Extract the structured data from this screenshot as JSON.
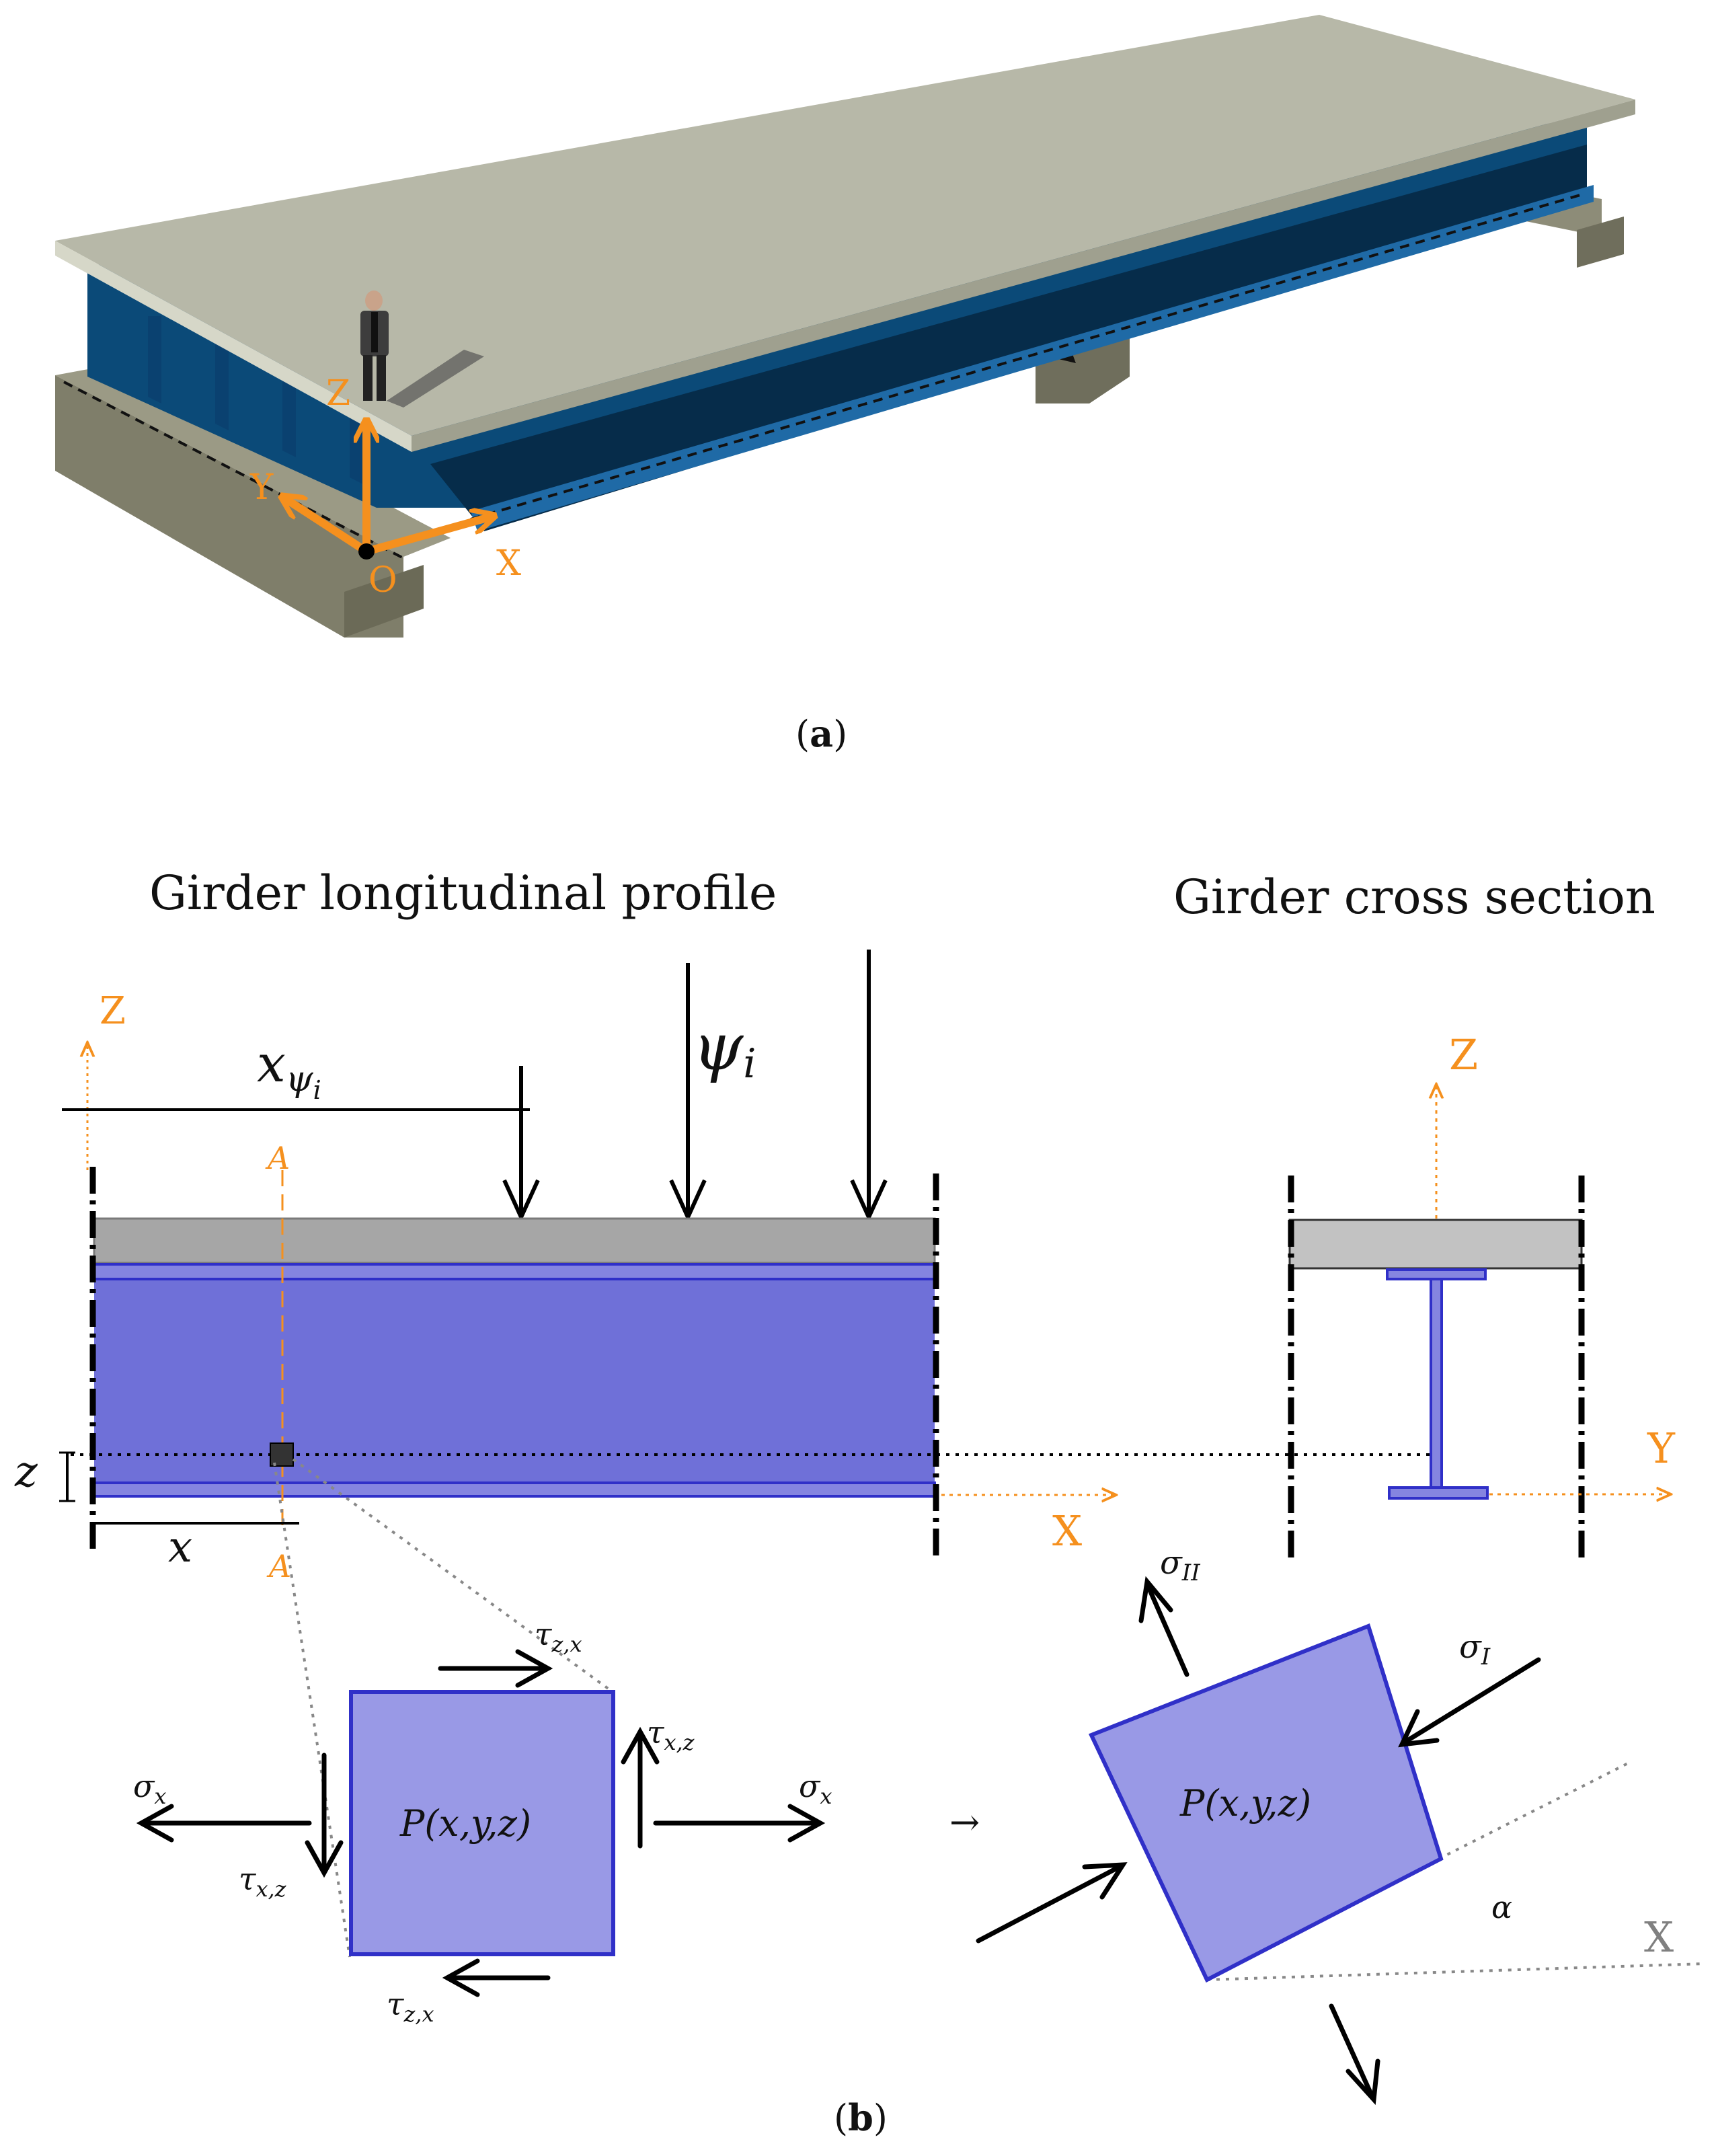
{
  "panel_a": {
    "caption_prefix": "(",
    "caption_letter": "a",
    "caption_suffix": ")",
    "axes": {
      "z": "Z",
      "y": "Y",
      "x": "X",
      "origin": "O"
    }
  },
  "panel_b": {
    "caption_prefix": "(",
    "caption_letter": "b",
    "caption_suffix": ")",
    "title_profile": "Girder longitudinal profile",
    "title_section": "Girder cross section",
    "profile": {
      "axis_z": "Z",
      "axis_x": "X",
      "section_top": "A",
      "section_bottom": "A",
      "load_position": "x",
      "load_position_sub": "ψ",
      "load_position_subsub": "i",
      "load": "ψ",
      "load_sub": "i",
      "coord_z": "z",
      "coord_x": "x"
    },
    "section": {
      "axis_z": "Z",
      "axis_y": "Y"
    },
    "element": {
      "label": "P(x,y,z)",
      "sigma": "σ",
      "sigma_sub": "x",
      "tau": "τ",
      "tau_zx_sub": "z,x",
      "tau_xz_sub": "x,z"
    },
    "transform_arrow": "→",
    "rotated": {
      "label": "P(x,y,z)",
      "sigma_II": "σ",
      "sigma_II_sub": "II",
      "sigma_I": "σ",
      "sigma_I_sub": "I",
      "angle": "α",
      "axis_x": "X"
    }
  },
  "colors": {
    "deck": "#b7b8a8",
    "steel": "#0b4a78",
    "steel_dark": "#062c4a",
    "abutment": "#8d8c78",
    "web_blue": "#6f70d8",
    "flange_blue": "#4a4ad0",
    "element_fill": "#9999e6",
    "element_stroke": "#3030c8",
    "slab_gray": "#a6a6a6",
    "orange": "#f5901e"
  }
}
